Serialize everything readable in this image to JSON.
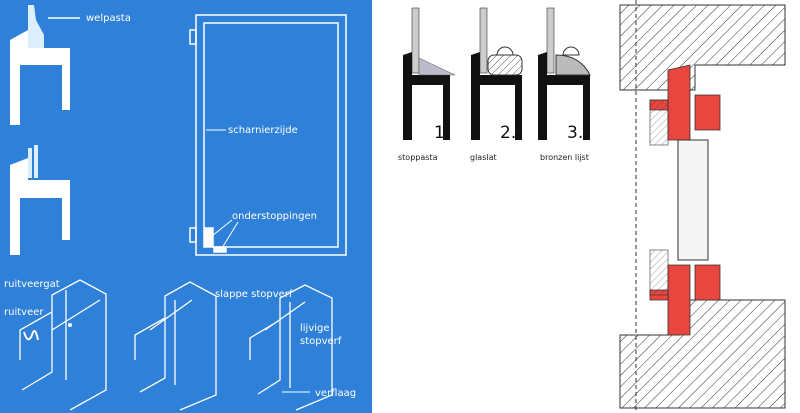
{
  "blue_panel": {
    "labels": {
      "welpasta": "welpasta",
      "scharnierzijde": "scharnierzijde",
      "onderstoppingen": "onderstoppingen",
      "ruitveergat": "ruitveergat",
      "ruitveer": "ruitveer",
      "slappe_stopverf": "slappe stopverf",
      "lijvige_stopverf_1": "lijvige",
      "lijvige_stopverf_2": "stopverf",
      "verflaag": "verflaag"
    },
    "colors": {
      "background": "#2f80d8",
      "line": "#ffffff"
    }
  },
  "middle_panel": {
    "steps": [
      {
        "number": "1.",
        "caption": "stoppasta"
      },
      {
        "number": "2.",
        "caption": "glaslat"
      },
      {
        "number": "3.",
        "caption": "bronzen lijst"
      }
    ]
  },
  "right_panel": {
    "colors": {
      "profile": "#e8463f",
      "hatch": "#333333"
    }
  }
}
